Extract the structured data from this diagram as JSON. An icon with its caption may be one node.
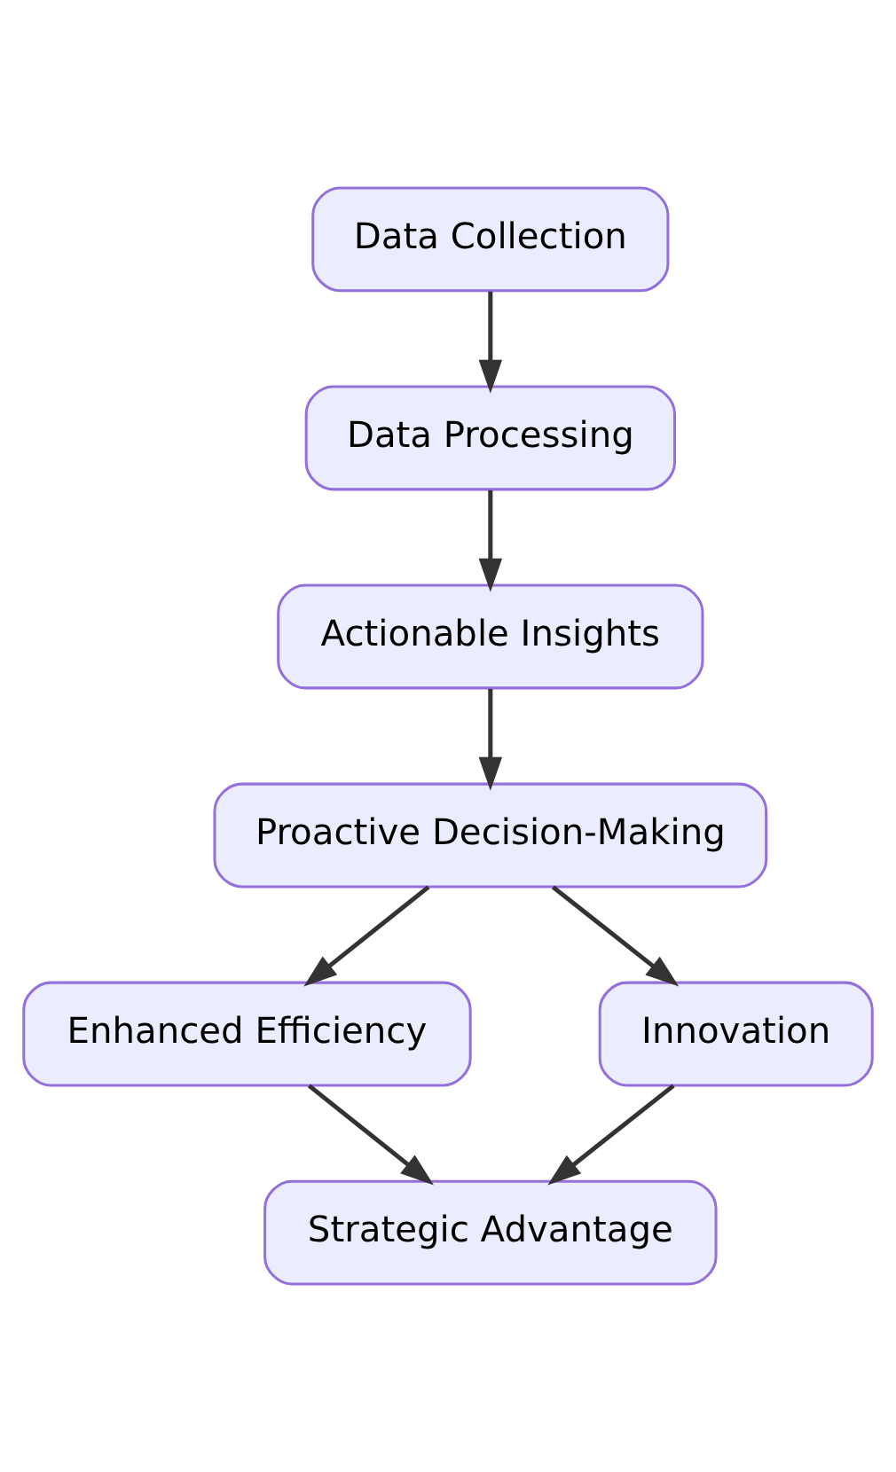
{
  "diagram": {
    "nodes": [
      {
        "text": [
          "Data Collection"
        ]
      },
      {
        "text": [
          "Data Processing"
        ]
      },
      {
        "text": [
          "Actionable Insights"
        ]
      },
      {
        "text": [
          "Proactive Decision-Making"
        ]
      },
      {
        "text": [
          "Enhanced Efficiency"
        ]
      },
      {
        "text": [
          "Innovation"
        ]
      },
      {
        "text": [
          "Strategic Advantage"
        ]
      }
    ],
    "edges": [
      {
        "from": 0,
        "to": 1,
        "arrow": "to"
      },
      {
        "from": 1,
        "to": 2,
        "arrow": "to"
      },
      {
        "from": 2,
        "to": 3,
        "arrow": "to"
      },
      {
        "from": 3,
        "to": 4,
        "arrow": "to"
      },
      {
        "from": 3,
        "to": 5,
        "arrow": "to"
      },
      {
        "from": 4,
        "to": 6,
        "arrow": "to"
      },
      {
        "from": 5,
        "to": 6,
        "arrow": "to"
      }
    ]
  }
}
